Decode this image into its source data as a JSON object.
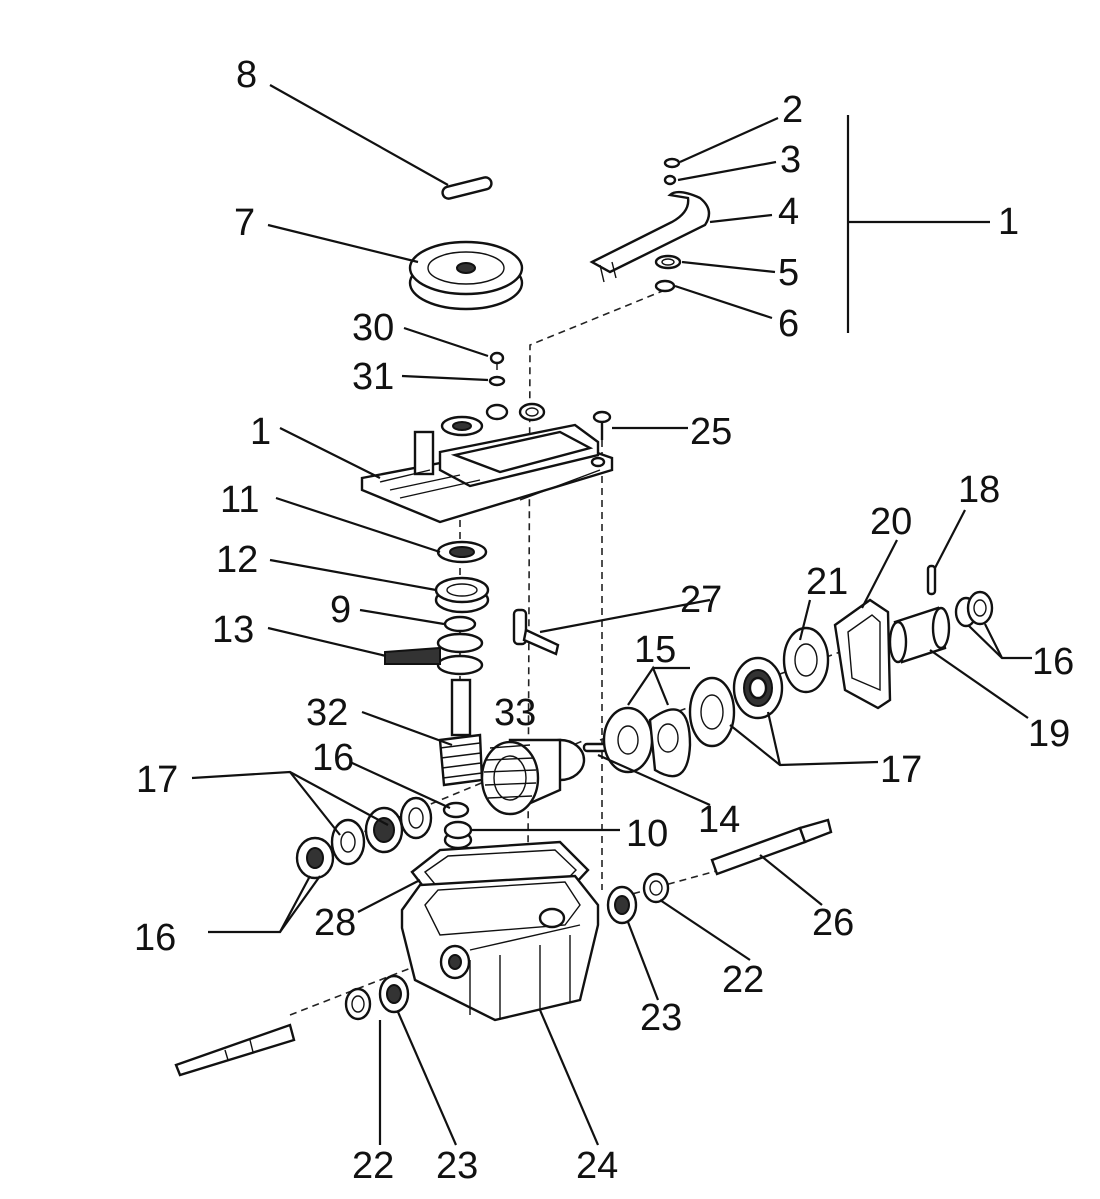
{
  "labels": {
    "l1a": "1",
    "l1b": "1",
    "l2": "2",
    "l3": "3",
    "l4": "4",
    "l5": "5",
    "l6": "6",
    "l7": "7",
    "l8": "8",
    "l9": "9",
    "l10": "10",
    "l11": "11",
    "l12": "12",
    "l13": "13",
    "l14": "14",
    "l15": "15",
    "l16a": "16",
    "l16b": "16",
    "l16c": "16",
    "l17a": "17",
    "l17b": "17",
    "l18": "18",
    "l19": "19",
    "l20": "20",
    "l21": "21",
    "l22a": "22",
    "l22b": "22",
    "l23a": "23",
    "l23b": "23",
    "l24": "24",
    "l25": "25",
    "l26": "26",
    "l27": "27",
    "l28": "28",
    "l30": "30",
    "l31": "31",
    "l32": "32",
    "l33": "33"
  }
}
